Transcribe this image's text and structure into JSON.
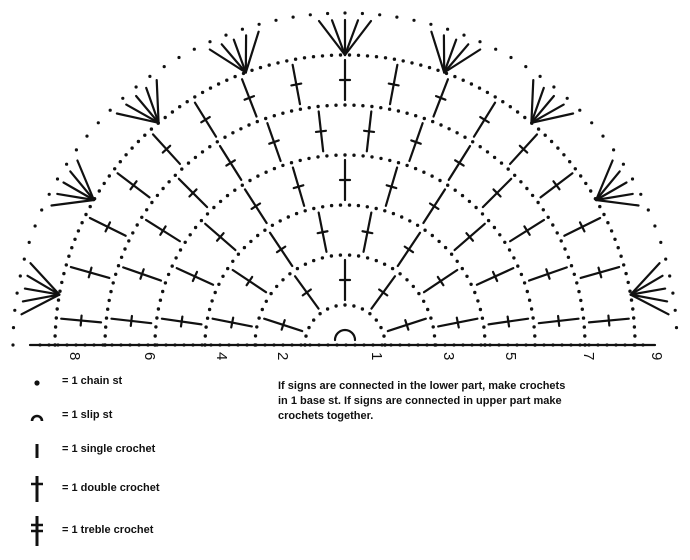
{
  "diagram": {
    "row_labels_left": [
      "8",
      "6",
      "4",
      "2"
    ],
    "row_labels_right": [
      "1",
      "3",
      "5",
      "7",
      "9"
    ]
  },
  "legend": [
    {
      "symbol": "chain-dot",
      "label": "= 1 chain st"
    },
    {
      "symbol": "slip-arc",
      "label": "= 1 slip st"
    },
    {
      "symbol": "single-bar",
      "label": "= 1 single crochet"
    },
    {
      "symbol": "double-cross",
      "label": "= 1 double crochet"
    },
    {
      "symbol": "treble-cross",
      "label": "= 1 treble crochet"
    }
  ],
  "note": "If signs are connected in the lower part, make crochets in 1 base st. If signs are connected in upper part make crochets together."
}
